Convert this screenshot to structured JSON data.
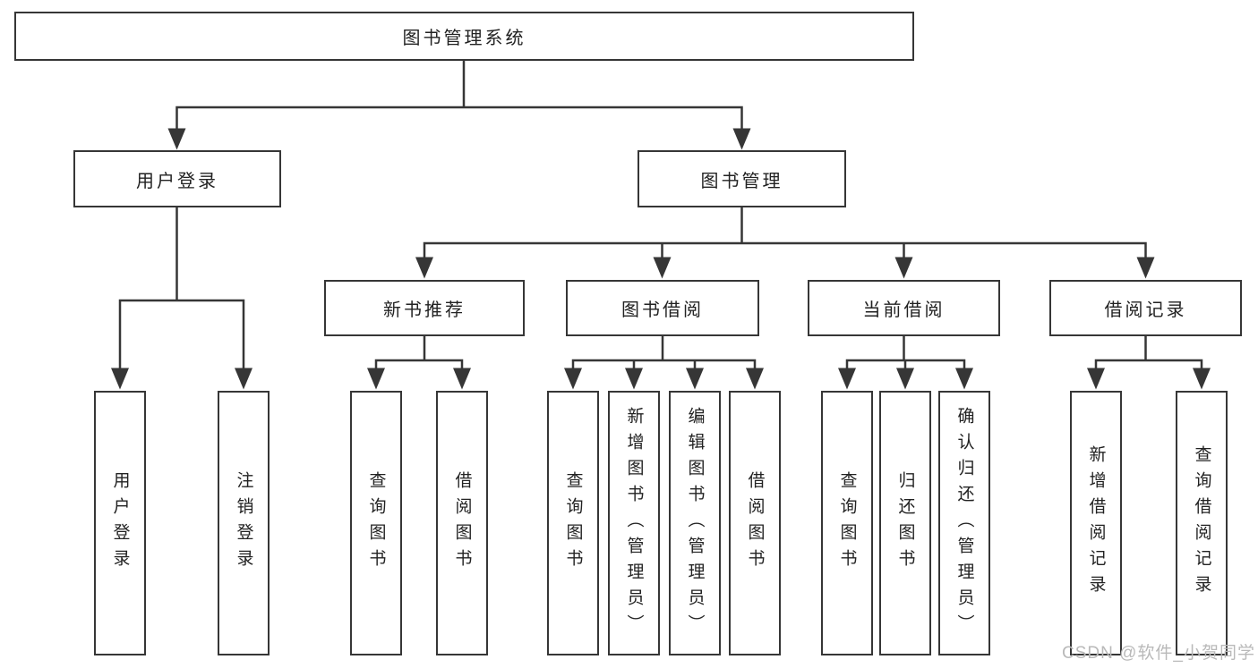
{
  "watermark": "CSDN @软件_小贺同学",
  "colors": {
    "line": "#363636",
    "text": "#222222",
    "background": "#ffffff",
    "watermark": "#b9b9b9"
  },
  "tree": {
    "label": "图书管理系统",
    "children": [
      {
        "label": "用户登录",
        "children": [
          {
            "label": "用户登录"
          },
          {
            "label": "注销登录"
          }
        ]
      },
      {
        "label": "图书管理",
        "children": [
          {
            "label": "新书推荐",
            "children": [
              {
                "label": "查询图书"
              },
              {
                "label": "借阅图书"
              }
            ]
          },
          {
            "label": "图书借阅",
            "children": [
              {
                "label": "查询图书"
              },
              {
                "label": "新增图书（管理员）"
              },
              {
                "label": "编辑图书（管理员）"
              },
              {
                "label": "借阅图书"
              }
            ]
          },
          {
            "label": "当前借阅",
            "children": [
              {
                "label": "查询图书"
              },
              {
                "label": "归还图书"
              },
              {
                "label": "确认归还（管理员）"
              }
            ]
          },
          {
            "label": "借阅记录",
            "children": [
              {
                "label": "新增借阅记录"
              },
              {
                "label": "查询借阅记录"
              }
            ]
          }
        ]
      }
    ]
  }
}
